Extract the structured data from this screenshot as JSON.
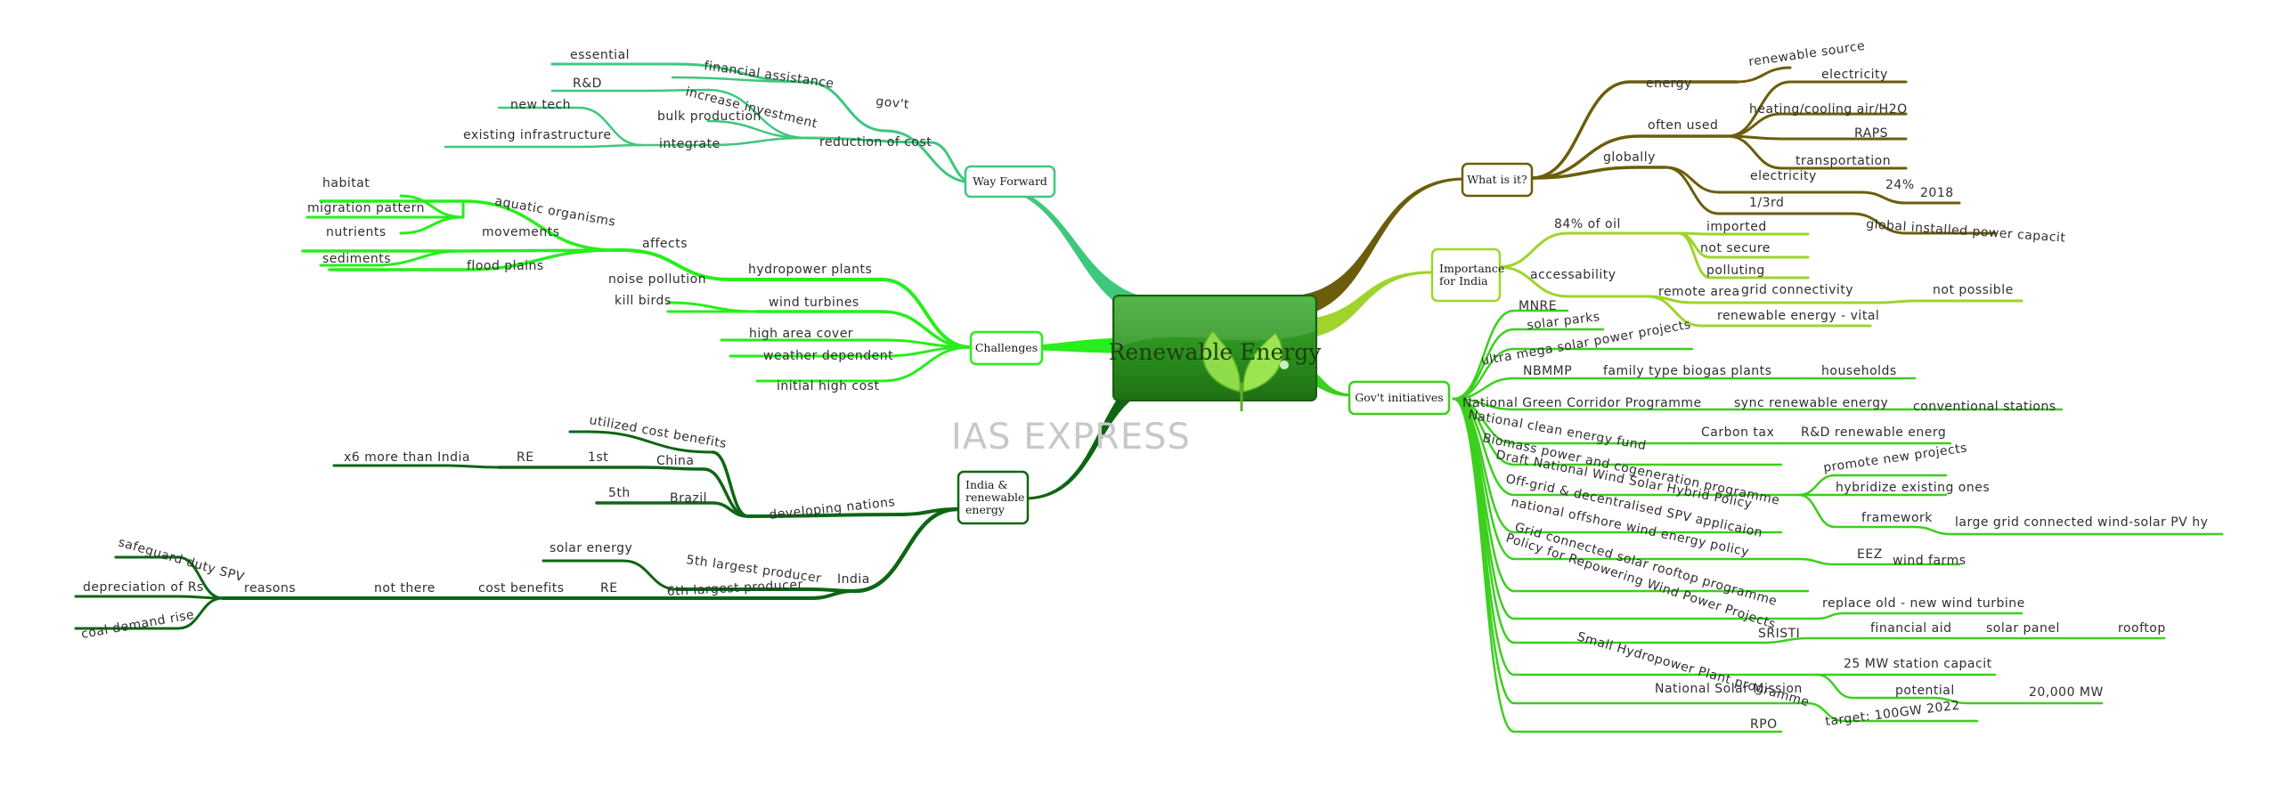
{
  "central_topic": "Renewable Energy",
  "watermark": "IAS EXPRESS",
  "colors": {
    "way_forward": "#3fc77e",
    "challenges": "#27ee1c",
    "india_renewable": "#0e6614",
    "what_is_it": "#6b5d0b",
    "importance": "#9ed42c",
    "govt": "#3ccf1e",
    "central_fill": "#2a8f1d"
  },
  "topics": {
    "way_forward": "Way Forward",
    "challenges": "Challenges",
    "india_renewable": [
      "India &",
      "renewable",
      "energy"
    ],
    "what_is_it": "What is it?",
    "importance": [
      "Importance",
      "for India"
    ],
    "govt": "Gov't initiatives"
  },
  "labels": {
    "way_forward": [
      "essential",
      "financial assistance",
      "gov't",
      "R&D",
      "increase investment",
      "bulk production",
      "new tech",
      "existing infrastructure",
      "integrate",
      "reduction of cost"
    ],
    "challenges": [
      "habitat",
      "aquatic organisms",
      "migration pattern",
      "nutrients",
      "movements",
      "sediments",
      "flood plains",
      "affects",
      "hydropower plants",
      "noise pollution",
      "kill birds",
      "wind turbines",
      "high area cover",
      "weather dependent",
      "initial high cost"
    ],
    "india_renewable": [
      "utilized cost benefits",
      "x6 more than India",
      "RE",
      "1st",
      "China",
      "5th",
      "Brazil",
      "developing nations",
      "solar energy",
      "5th largest producer",
      "safeguard duty SPV",
      "depreciation of Rs",
      "coal demand rise",
      "reasons",
      "not there",
      "cost benefits",
      "RE",
      "6th largest producer",
      "India"
    ],
    "what_is_it": [
      "energy",
      "renewable source",
      "electricity",
      "often used",
      "heating/cooling air/H2O",
      "RAPS",
      "transportation",
      "globally",
      "electricity",
      "24%",
      "2018",
      "1/3rd",
      "global installed power capacit"
    ],
    "importance": [
      "84% of oil",
      "imported",
      "not secure",
      "polluting",
      "accessability",
      "remote area",
      "grid connectivity",
      "not possible",
      "renewable energy - vital"
    ],
    "govt": [
      "MNRE",
      "solar parks",
      "ultra mega solar power projects",
      "NBMMP",
      "family type biogas plants",
      "households",
      "National Green Corridor Programme",
      "sync renewable energy",
      "conventional stations",
      "National clean energy fund",
      "Carbon tax",
      "R&D renewable energ",
      "Biomass power and cogeneration programme",
      "Draft National Wind Solar Hybrid Policy",
      "promote new projects",
      "hybridize existing ones",
      "framework",
      "large grid connected wind-solar PV hy",
      "Off-grid & decentralised SPV applicaion",
      "national offshore wind energy policy",
      "EEZ",
      "wind farms",
      "Grid connected solar rooftop programme",
      "Policy for Repowering Wind Power Projects",
      "replace old - new wind turbine",
      "SRISTI",
      "financial aid",
      "solar panel",
      "rooftop",
      "Small Hydropower Plant programme",
      "25 MW station capacit",
      "potential",
      "20,000 MW",
      "National Solar Mission",
      "target: 100GW 2022",
      "RPO"
    ]
  }
}
